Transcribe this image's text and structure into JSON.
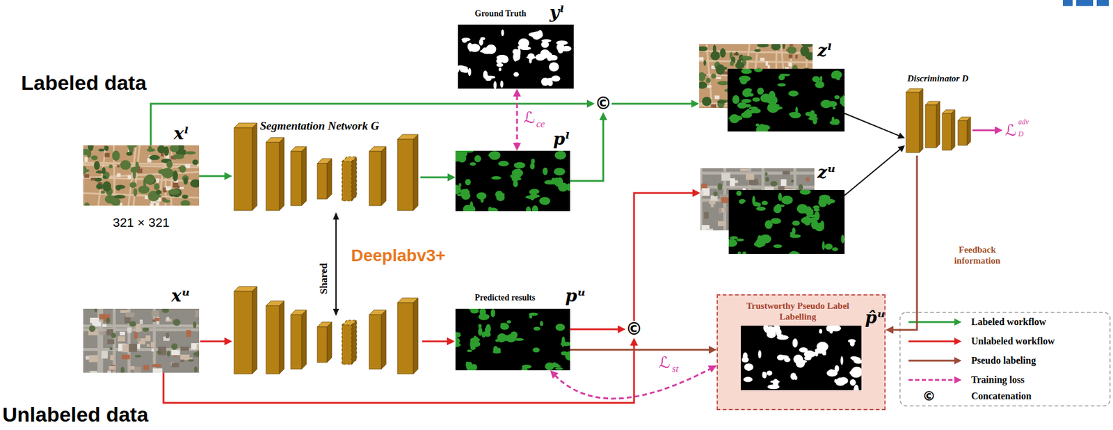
{
  "diagram": {
    "nodes": [
      {
        "text": [
          "xˡ",
          "321 × 321"
        ]
      },
      {
        "text": [
          "Segmentation Network G"
        ]
      },
      {
        "text": [
          "Ground Truth",
          "yˡ"
        ]
      },
      {
        "text": [
          "pˡ"
        ]
      },
      {
        "text": [
          "©"
        ]
      },
      {
        "text": [
          "zˡ"
        ]
      },
      {
        "text": [
          "Discriminator D"
        ]
      },
      {
        "text": [
          "zᵘ"
        ]
      },
      {
        "text": [
          "xᵘ"
        ]
      },
      {
        "text": [
          "Predicted results",
          "pᵘ"
        ]
      },
      {
        "text": [
          "©"
        ]
      },
      {
        "text": [
          "Trustworthy Pseudo Label Labelling",
          "p̂ᵘ"
        ]
      }
    ],
    "edges": [
      {
        "from": 0,
        "to": 1,
        "arrow": "to"
      },
      {
        "from": 1,
        "to": 3,
        "arrow": "to"
      },
      {
        "from": 0,
        "to": 4,
        "arrow": "to"
      },
      {
        "from": 3,
        "to": 4,
        "arrow": "to"
      },
      {
        "from": 2,
        "to": 3,
        "arrow": "both"
      },
      {
        "from": 4,
        "to": 5,
        "arrow": "to"
      },
      {
        "from": 5,
        "to": 6,
        "arrow": "to"
      },
      {
        "from": 7,
        "to": 6,
        "arrow": "to"
      },
      {
        "from": 6,
        "to": 11,
        "label": "Feedback information",
        "arrow": "to"
      },
      {
        "from": 9,
        "to": 10,
        "arrow": "to"
      },
      {
        "from": 8,
        "to": 10,
        "arrow": "to"
      },
      {
        "from": 10,
        "to": 7,
        "arrow": "to"
      },
      {
        "from": 9,
        "to": 11,
        "arrow": "to"
      },
      {
        "from": 9,
        "to": 11,
        "arrow": "both"
      }
    ],
    "labels": [
      "Labeled data",
      "ℒ",
      "ce",
      "ℒ",
      "D",
      "adv",
      "Shared",
      "Deeplabv3+",
      "ℒ",
      "st",
      "©",
      "Unlabeled data"
    ],
    "legend": [
      {
        "text": "Labeled workflow"
      },
      {
        "text": "Unlabeled workflow"
      },
      {
        "text": "Pseudo labeling"
      },
      {
        "text": "Training loss"
      },
      {
        "text": "Concatenation"
      }
    ]
  }
}
